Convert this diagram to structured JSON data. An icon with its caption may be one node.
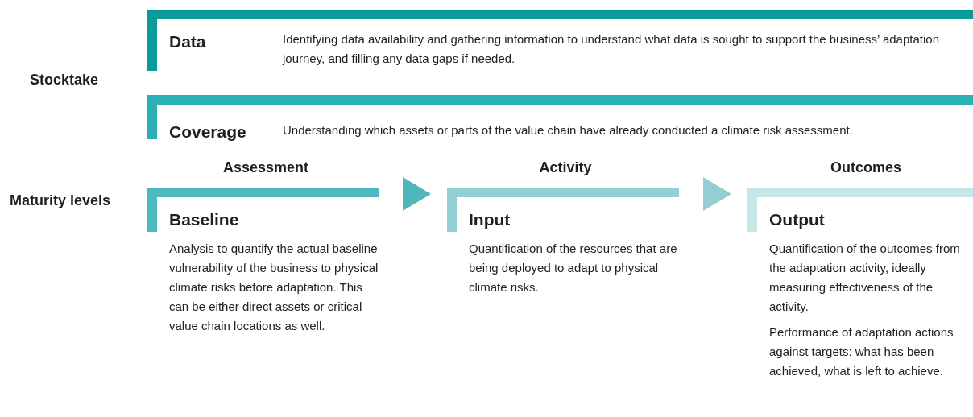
{
  "diagram": {
    "nodes": [
      {
        "text": [
          "Data",
          "Identifying data availability and gathering information to understand what data is sought to support the business’ adaptation journey, and filling any data gaps if needed."
        ]
      },
      {
        "text": [
          "Coverage",
          "Understanding which assets or parts of the value chain have already conducted a climate risk assessment."
        ]
      },
      {
        "text": [
          "Baseline",
          "Analysis to quantify the actual baseline vulnerability of the business to physical climate risks before adaptation. This can be either direct assets or critical value chain locations as well."
        ]
      },
      {
        "text": [
          "Input",
          "Quantification of the resources that are being deployed to adapt to physical climate risks."
        ]
      },
      {
        "text": [
          "Output",
          "Quantification of the outcomes from the adaptation activity, ideally measuring effectiveness of the activity.",
          "Performance of adaptation actions against targets: what has been achieved, what is left to achieve."
        ]
      }
    ],
    "edges": [
      {
        "from": 2,
        "to": 3,
        "arrow": "to"
      },
      {
        "from": 3,
        "to": 4,
        "arrow": "to"
      }
    ],
    "labels": [
      "Stocktake",
      "Maturity levels",
      "Assessment",
      "Activity",
      "Outcomes"
    ]
  }
}
